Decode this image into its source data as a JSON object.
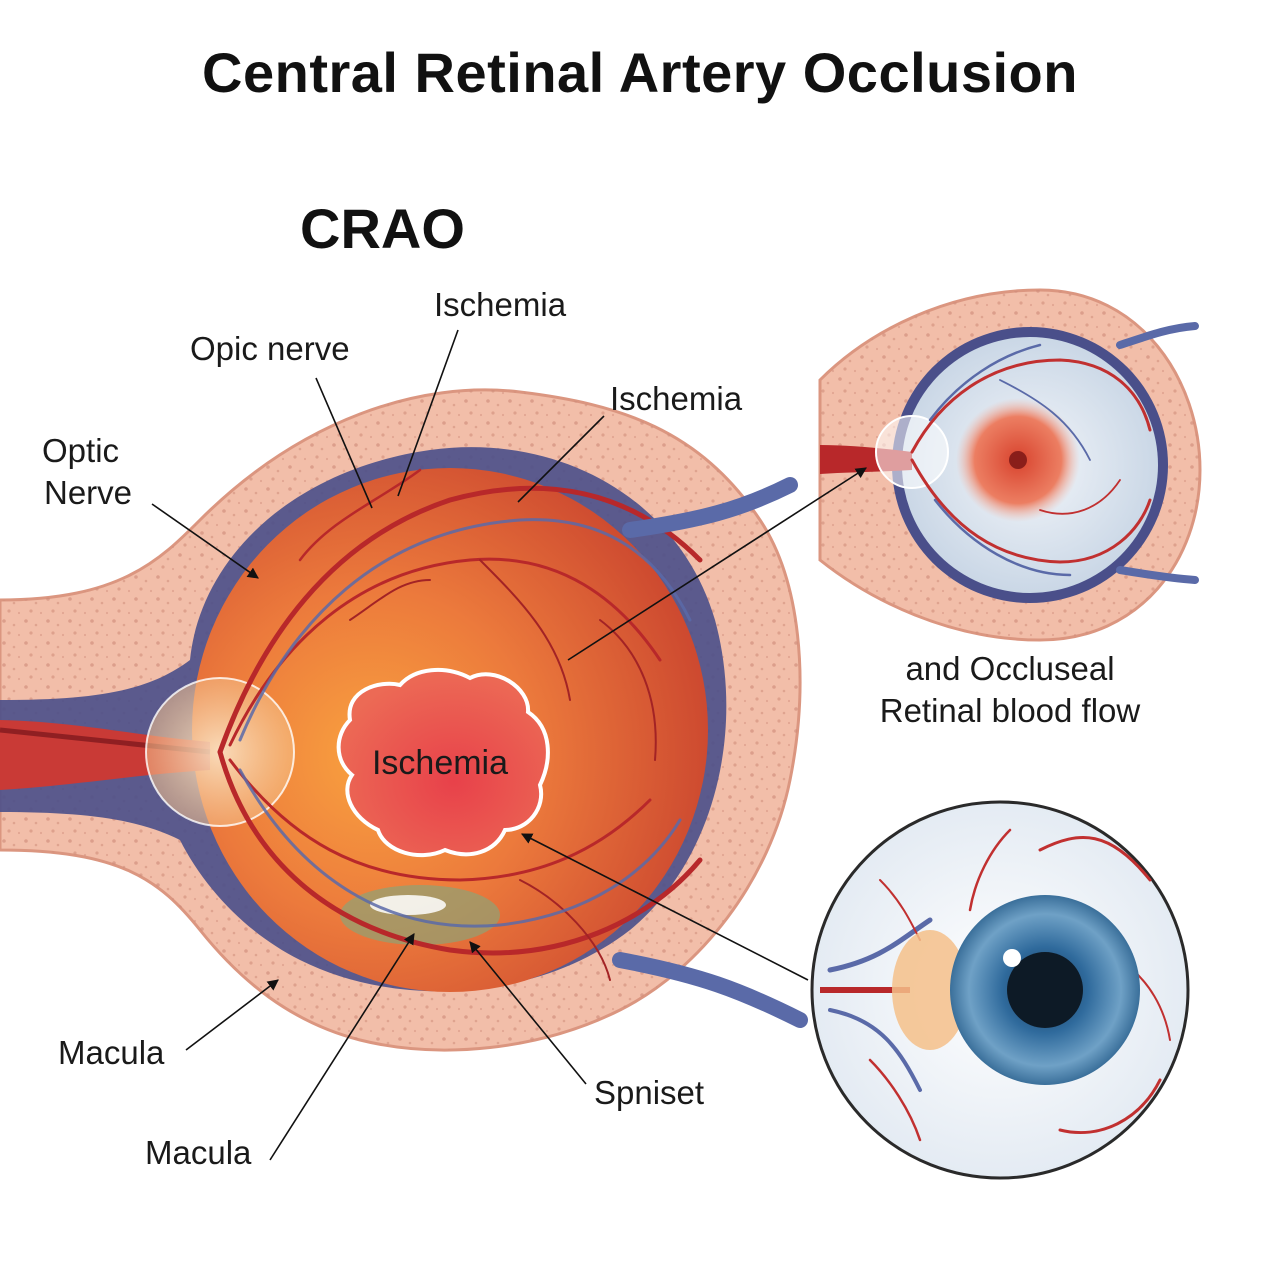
{
  "title": "Central Retinal Artery Occlusion",
  "subtitle": "CRAO",
  "labels": {
    "ischemia_top": "Ischemia",
    "opic_nerve": "Opic nerve",
    "ischemia_right": "Ischemia",
    "optic_nerve_line1": "Optic",
    "optic_nerve_line2": "Nerve",
    "ischemia_center": "Ischemia",
    "macula_left": "Macula",
    "macula_bottom": "Macula",
    "spniset": "Spniset"
  },
  "caption": {
    "line1": "and Occluseal",
    "line2": "Retinal blood flow"
  },
  "colors": {
    "tissue": "#f0b8a4",
    "tissue_edge": "#d98e78",
    "artery": "#b8282a",
    "vein": "#5a6aa8",
    "retina_orange": "#f08a3a",
    "retina_red": "#d94c3a",
    "iris": "#3f7fb5"
  }
}
